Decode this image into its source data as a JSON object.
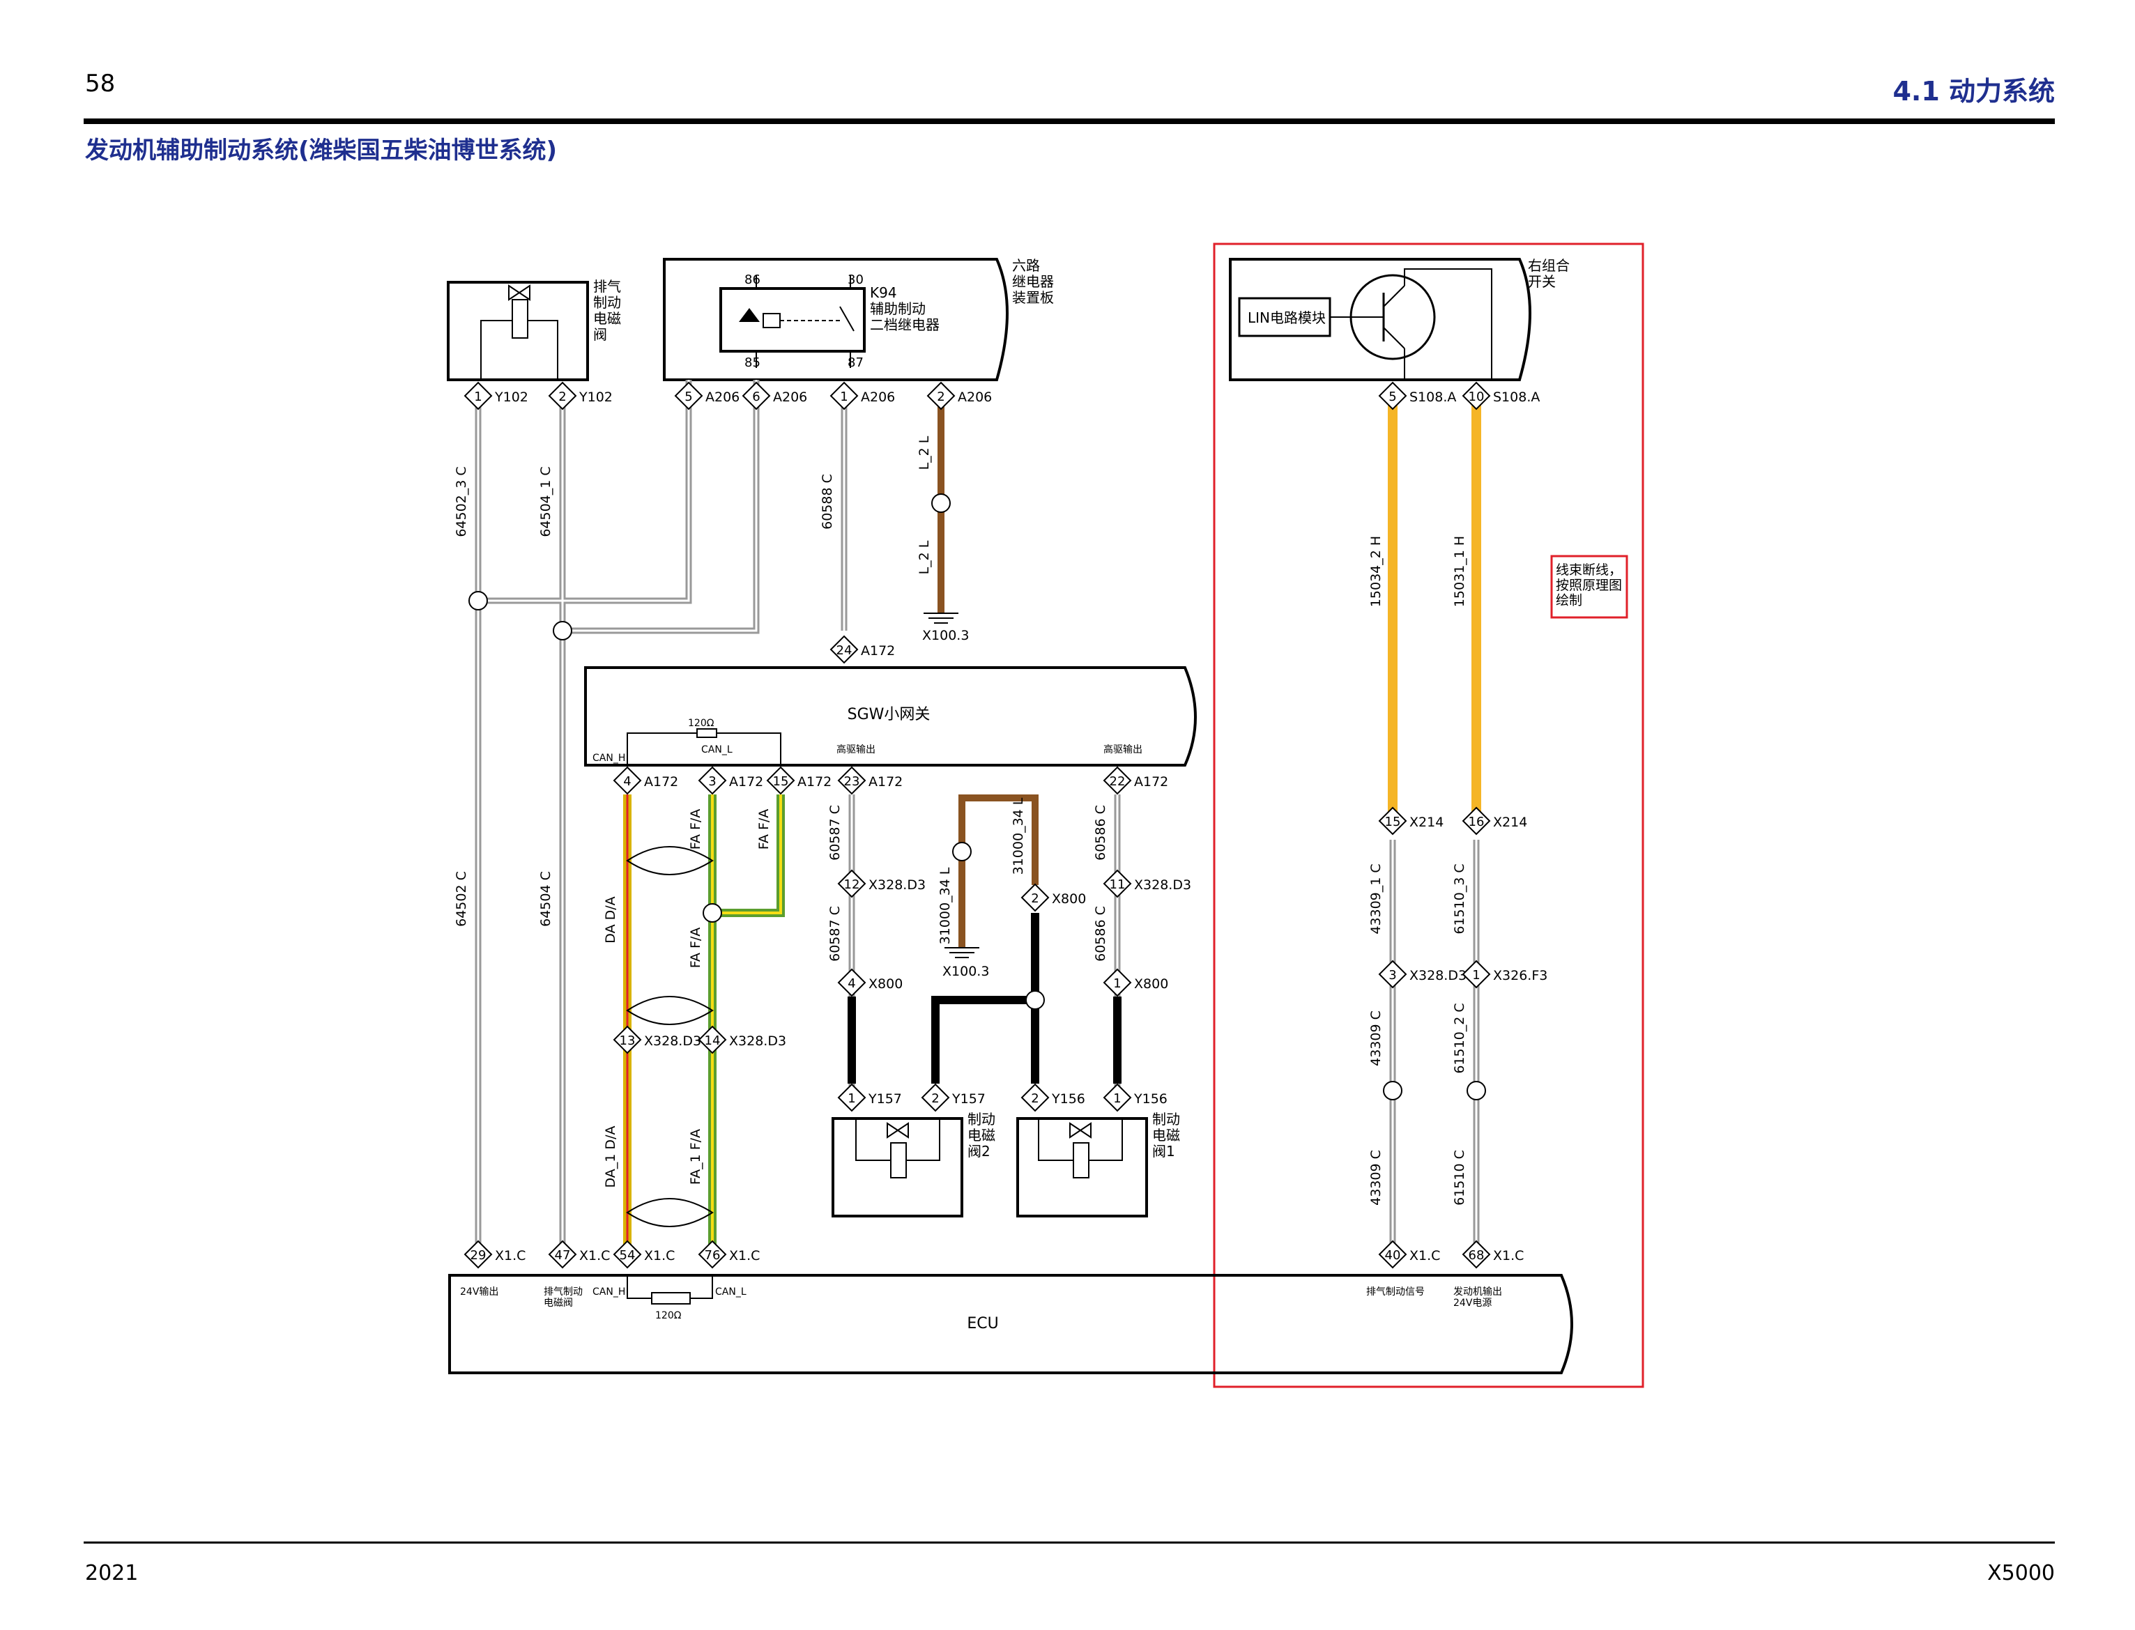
{
  "header": {
    "page_number": "58",
    "section": "4.1 动力系统",
    "title": "发动机辅助制动系统(潍柴国五柴油博世系统)"
  },
  "footer": {
    "year": "2021",
    "model": "X5000"
  },
  "components": {
    "exhaust_valve": "排气\n制动\n电磁\n阀",
    "relay_board": "六路\n继电器\n装置板",
    "relay_name": "K94\n辅助制动\n二档继电器",
    "relay_pins": [
      "86",
      "30",
      "85",
      "87"
    ],
    "right_switch": "右组合\n开关",
    "lin_module": "LIN电路模块",
    "note": "线束断线，\n按照原理图\n绘制",
    "sgw": "SGW小网关",
    "ecu": "ECU",
    "brake_valve_2": "制动\n电磁\n阀2",
    "brake_valve_1": "制动\n电磁\n阀1",
    "resistor": "120Ω"
  },
  "pins": [
    {
      "num": "1",
      "conn": "Y102"
    },
    {
      "num": "2",
      "conn": "Y102"
    },
    {
      "num": "5",
      "conn": "A206"
    },
    {
      "num": "6",
      "conn": "A206"
    },
    {
      "num": "1",
      "conn": "A206"
    },
    {
      "num": "2",
      "conn": "A206"
    },
    {
      "num": "5",
      "conn": "S108.A"
    },
    {
      "num": "10",
      "conn": "S108.A"
    },
    {
      "num": "24",
      "conn": "A172"
    },
    {
      "num": "4",
      "conn": "A172"
    },
    {
      "num": "3",
      "conn": "A172"
    },
    {
      "num": "15",
      "conn": "A172"
    },
    {
      "num": "23",
      "conn": "A172"
    },
    {
      "num": "22",
      "conn": "A172"
    },
    {
      "num": "15",
      "conn": "X214"
    },
    {
      "num": "16",
      "conn": "X214"
    },
    {
      "num": "12",
      "conn": "X328.D3"
    },
    {
      "num": "2",
      "conn": "X800"
    },
    {
      "num": "11",
      "conn": "X328.D3"
    },
    {
      "num": "4",
      "conn": "X800"
    },
    {
      "num": "1",
      "conn": "X800"
    },
    {
      "num": "3",
      "conn": "X328.D3"
    },
    {
      "num": "1",
      "conn": "X326.F3"
    },
    {
      "num": "13",
      "conn": "X328.D3"
    },
    {
      "num": "14",
      "conn": "X328.D3"
    },
    {
      "num": "1",
      "conn": "Y157"
    },
    {
      "num": "2",
      "conn": "Y157"
    },
    {
      "num": "2",
      "conn": "Y156"
    },
    {
      "num": "1",
      "conn": "Y156"
    },
    {
      "num": "29",
      "conn": "X1.C"
    },
    {
      "num": "47",
      "conn": "X1.C"
    },
    {
      "num": "54",
      "conn": "X1.C"
    },
    {
      "num": "76",
      "conn": "X1.C"
    },
    {
      "num": "40",
      "conn": "X1.C"
    },
    {
      "num": "68",
      "conn": "X1.C"
    }
  ],
  "wires": {
    "w64502_3": "64502_3 C",
    "w64504_1": "64504_1 C",
    "w64502c": "64502 C",
    "w64504c": "64504 C",
    "w60588": "60588 C",
    "wL2a": "L_2 L",
    "wL2b": "L_2 L",
    "w15034": "15034_2 H",
    "w15031": "15031_1 H",
    "wFA1": "FA F/A",
    "wFA2": "FA F/A",
    "wFA3": "FA F/A",
    "wDA": "DA D/A",
    "wDA1": "DA_1 D/A",
    "wFA_1": "FA_1 F/A",
    "w60587a": "60587 C",
    "w60587b": "60587 C",
    "w60586a": "60586 C",
    "w60586b": "60586 C",
    "w31000a": "31000_34 L",
    "w31000b": "31000_34 L",
    "w43309_1": "43309_1 C",
    "w43309a": "43309 C",
    "w43309b": "43309 C",
    "w61510_3": "61510_3 C",
    "w61510_2": "61510_2 C",
    "w61510": "61510 C"
  },
  "grounds": [
    "X100.3",
    "X100.3"
  ],
  "pin_labels": {
    "can_h": "CAN_H",
    "can_l": "CAN_L",
    "hs_out": "高驱输出",
    "out24": "24V输出",
    "exh_valve": "排气制动\n电磁阀",
    "exh_sig": "排气制动信号",
    "eng24": "发动机输出\n24V电源"
  },
  "colors": {
    "title_blue": "#1f2f8f",
    "red_box": "#e0202a",
    "wire_orange": "#f5b526",
    "wire_brown": "#8a5321",
    "wire_green": "#5b9e2f",
    "wire_yellow": "#f6dd14"
  }
}
